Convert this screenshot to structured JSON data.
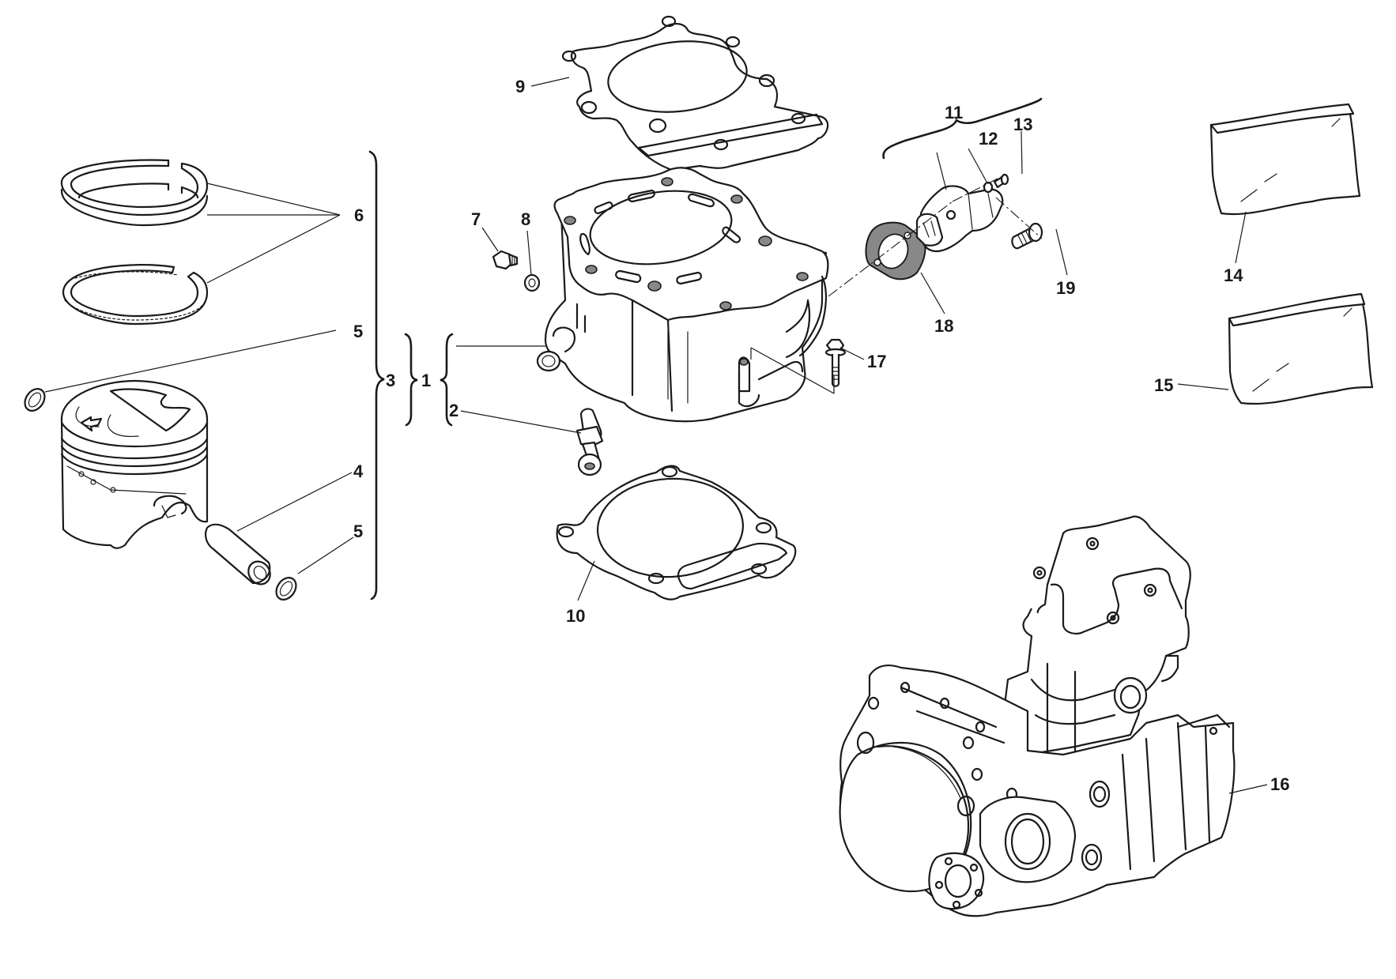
{
  "diagram": {
    "type": "exploded-parts-diagram",
    "subject": "Engine cylinder and piston assembly",
    "callouts": [
      {
        "id": "1",
        "text": "1",
        "part": "cylinder-assembly"
      },
      {
        "id": "2",
        "text": "2",
        "part": "hose-fitting"
      },
      {
        "id": "3",
        "text": "3",
        "part": "cylinder-piston-kit"
      },
      {
        "id": "4",
        "text": "4",
        "part": "piston-pin"
      },
      {
        "id": "5a",
        "text": "5",
        "part": "circlip-upper"
      },
      {
        "id": "5b",
        "text": "5",
        "part": "circlip-lower"
      },
      {
        "id": "6",
        "text": "6",
        "part": "piston-rings"
      },
      {
        "id": "7",
        "text": "7",
        "part": "screw"
      },
      {
        "id": "8",
        "text": "8",
        "part": "washer"
      },
      {
        "id": "9",
        "text": "9",
        "part": "cylinder-head-gasket"
      },
      {
        "id": "10",
        "text": "10",
        "part": "cylinder-base-gasket"
      },
      {
        "id": "11",
        "text": "11",
        "part": "chain-tensioner-assembly"
      },
      {
        "id": "12",
        "text": "12",
        "part": "tensioner-washer"
      },
      {
        "id": "13",
        "text": "13",
        "part": "tensioner-plug-screw"
      },
      {
        "id": "14",
        "text": "14",
        "part": "bag-upper"
      },
      {
        "id": "15",
        "text": "15",
        "part": "bag-lower"
      },
      {
        "id": "16",
        "text": "16",
        "part": "complete-engine"
      },
      {
        "id": "17",
        "text": "17",
        "part": "flange-bolt"
      },
      {
        "id": "18",
        "text": "18",
        "part": "tensioner-gasket"
      },
      {
        "id": "19",
        "text": "19",
        "part": "tensioner-bolt"
      }
    ],
    "groups": [
      {
        "label": "1",
        "members": [
          "cylinder",
          "2"
        ]
      },
      {
        "label": "3",
        "members": [
          "1",
          "4",
          "5",
          "6",
          "piston"
        ]
      },
      {
        "label": "11",
        "members": [
          "tensioner",
          "12",
          "13"
        ]
      }
    ]
  }
}
